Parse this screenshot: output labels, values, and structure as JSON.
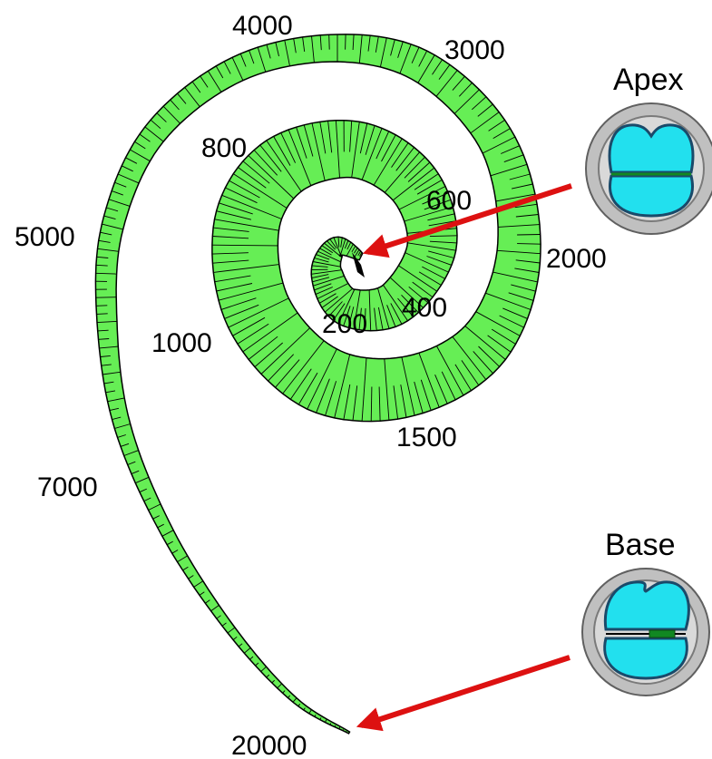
{
  "frequency_labels": {
    "f200": "200",
    "f400": "400",
    "f600": "600",
    "f800": "800",
    "f1000": "1000",
    "f1500": "1500",
    "f2000": "2000",
    "f3000": "3000",
    "f4000": "4000",
    "f5000": "5000",
    "f7000": "7000",
    "f20000": "20000"
  },
  "apex_label": "Apex",
  "base_label": "Base",
  "colors": {
    "membrane_fill": "#66ee55",
    "membrane_stroke": "#000000",
    "pointer_arrow": "#dd1111",
    "section_outer": "#c0c0c0",
    "section_fluid": "#22e0ee",
    "section_membrane": "#118822"
  },
  "icons": {
    "apex_section": "cochlea-cross-section-icon",
    "base_section": "cochlea-cross-section-icon"
  }
}
